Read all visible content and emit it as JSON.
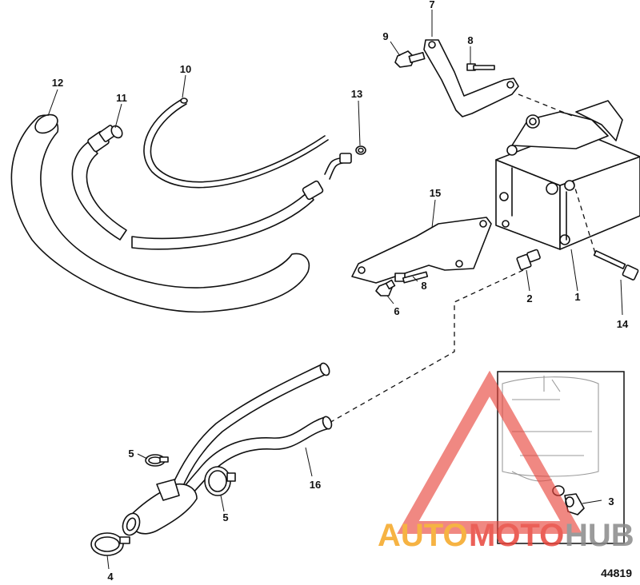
{
  "diagram": {
    "callouts": {
      "c1": "1",
      "c2": "2",
      "c3": "3",
      "c4": "4",
      "c5a": "5",
      "c5b": "5",
      "c6": "6",
      "c7": "7",
      "c8a": "8",
      "c8b": "8",
      "c9": "9",
      "c10": "10",
      "c11": "11",
      "c12": "12",
      "c13": "13",
      "c14": "14",
      "c15": "15",
      "c16": "16"
    },
    "figure_number": "44819"
  },
  "watermark": {
    "word_part1": "AUTO",
    "word_part2": "MOTO",
    "word_part3": "HUB",
    "color_orange": "#f5a623",
    "color_red": "#e8453c",
    "color_gray": "#8a8a8a"
  }
}
